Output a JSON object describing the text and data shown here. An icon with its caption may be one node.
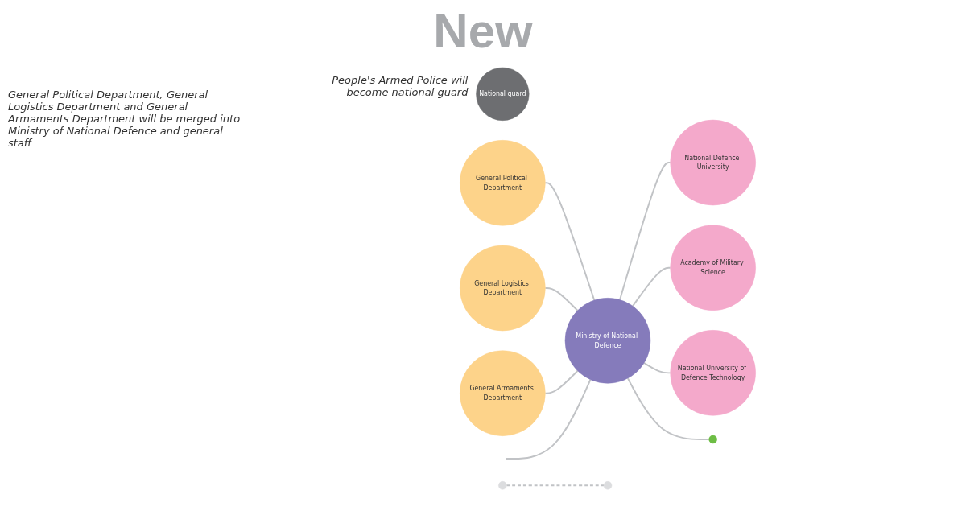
{
  "diagram": {
    "title": "New",
    "nodes": [
      {
        "text": [
          "National guard"
        ],
        "beside": [
          "People's Armed Police will become national guard"
        ]
      },
      {
        "text": [
          "General Political Department"
        ]
      },
      {
        "text": [
          "General Logistics Department"
        ]
      },
      {
        "text": [
          "General Armaments Department"
        ]
      },
      {
        "text": [
          "Ministry of National Defence"
        ]
      },
      {
        "text": [
          "National Defence University"
        ]
      },
      {
        "text": [
          "Academy of Military Science"
        ]
      },
      {
        "text": [
          "National University of Defence Technology"
        ]
      },
      {
        "text": [],
        "shape": "circle"
      },
      {
        "text": [],
        "shape": "circle"
      },
      {
        "text": [],
        "shape": "circle"
      }
    ],
    "edges": [
      {
        "from": 1,
        "to": 4,
        "arrow": "none"
      },
      {
        "from": 2,
        "to": 4,
        "arrow": "none"
      },
      {
        "from": 3,
        "to": 4,
        "arrow": "none"
      },
      {
        "from": 4,
        "to": 5,
        "arrow": "none"
      },
      {
        "from": 4,
        "to": 6,
        "arrow": "none"
      },
      {
        "from": 4,
        "to": 7,
        "arrow": "none"
      },
      {
        "from": 4,
        "to": 8,
        "arrow": "none"
      },
      {
        "from": 9,
        "to": 10,
        "arrow": "none",
        "style": "dashed"
      },
      {
        "from": null,
        "to": 4,
        "arrow": "none"
      }
    ],
    "labels": [
      "General Political Department, General Logistics Department and General Armaments Department will be merged into Ministry of National Defence and general staff"
    ]
  }
}
